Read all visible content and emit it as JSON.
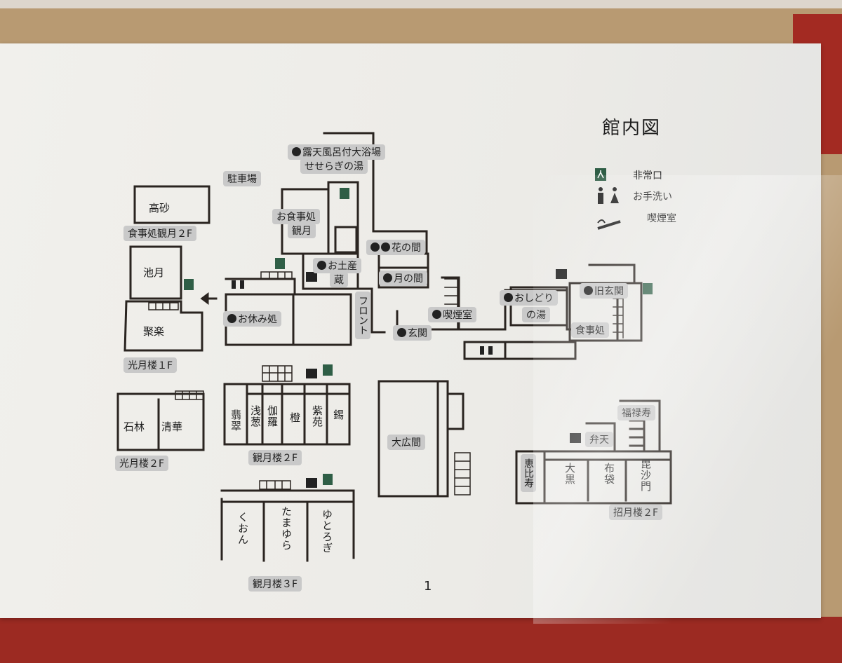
{
  "title": "館内図",
  "legend": [
    {
      "icon": "emergency-exit-icon",
      "label": "非常口"
    },
    {
      "icon": "restroom-icon",
      "label": "お手洗い"
    },
    {
      "icon": "smoking-icon",
      "label": "喫煙室"
    }
  ],
  "page_number": "1",
  "labels": {
    "rotenburo_line1": "露天風呂付大浴場",
    "rotenburo_line2": "せせらぎの湯",
    "parking": "駐車場",
    "takasago": "高砂",
    "shokujidokoro_kangetsu_2f": "食事処観月２F",
    "oshokujidokoro_line1": "お食事処",
    "oshokujidokoro_line2": "観月",
    "hana_no_ma": "花の間",
    "tsuki_no_ma": "月の間",
    "omiyage_line1": "お土産",
    "omiyage_line2": "蔵",
    "ikegetsu": "池月",
    "juraku": "聚楽",
    "oyasumidokoro": "お休み処",
    "front": "フロント",
    "kitsuenshitsu": "喫煙室",
    "genkan": "玄関",
    "oshidori_line1": "おしどり",
    "oshidori_line2": "の湯",
    "kyu_genkan": "旧玄関",
    "shokujidokoro": "食事処",
    "kogetsuro_1f": "光月楼１F",
    "sekirin": "石林",
    "seika": "清華",
    "kogetsuro_2f": "光月楼２F",
    "hisui": "翡翠",
    "asagi": "浅葱",
    "kyara": "伽羅",
    "daidai": "橙",
    "shion": "紫苑",
    "suzu": "錫",
    "kangetsuro_2f": "観月楼２F",
    "ohiroma": "大広間",
    "fukurokuju": "福禄寿",
    "benten": "弁天",
    "ebisu": "恵比寿",
    "daikoku": "大黒",
    "hotei": "布袋",
    "bishamon": "毘沙門",
    "shogetsuro_2f": "招月楼２F",
    "kuon": "くおん",
    "tamayura": "たまゆら",
    "yutorogi": "ゆとろぎ",
    "kangetsuro_3f": "観月楼３F"
  },
  "colors": {
    "ink": "#2a2420",
    "label_bg": "#c9c9c9",
    "exit_green": "#2f5e46",
    "paper": "#efeeea"
  }
}
